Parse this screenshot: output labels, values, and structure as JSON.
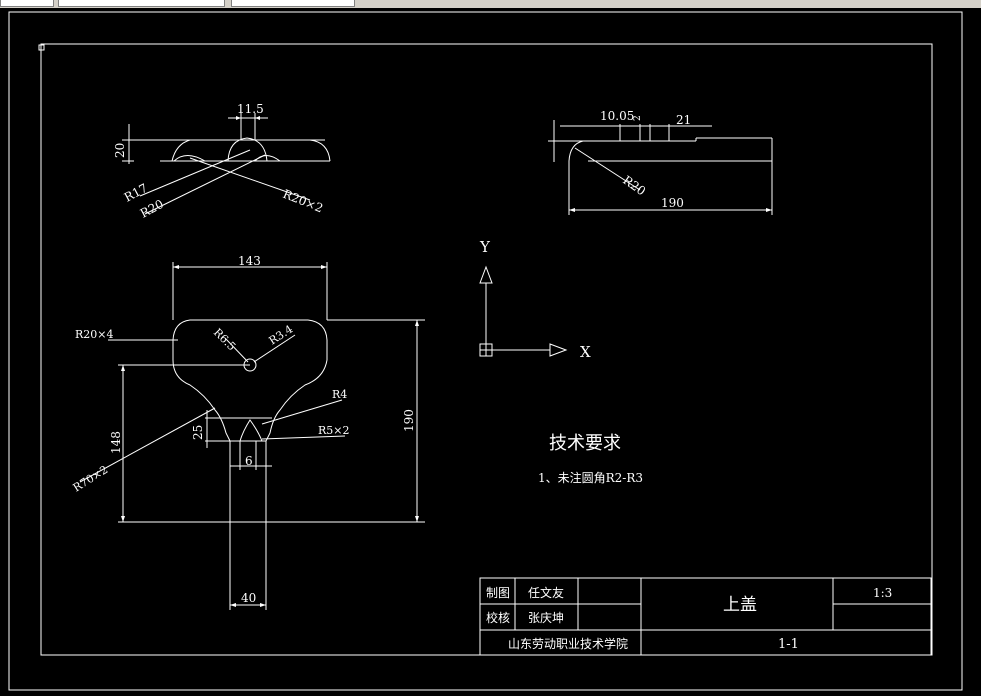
{
  "top_views": {
    "front": {
      "dim_width": "11.5",
      "dim_height": "20",
      "radius_r17": "R17",
      "radius_r20": "R20",
      "radius_r20x2": "R20×2"
    },
    "side": {
      "dim_a": "10.05",
      "dim_b": "2",
      "dim_c": "21",
      "dim_length": "190",
      "radius_r20": "R20"
    }
  },
  "plan_view": {
    "dim_top_width": "143",
    "dim_height_right": "190",
    "dim_height_left": "148",
    "dim_bottom_width": "40",
    "dim_25": "25",
    "dim_6": "6",
    "r20x4": "R20×4",
    "r6_5": "R6.5",
    "r3_4": "R3.4",
    "r4": "R4",
    "r5x2": "R5×2",
    "r70x2": "R70×2"
  },
  "ucs": {
    "y_label": "Y",
    "x_label": "X"
  },
  "tech_requirements": {
    "heading": "技术要求",
    "item1": "1、未注圆角R2-R3"
  },
  "title_block": {
    "drawn_label": "制图",
    "drawn_name": "任文友",
    "check_label": "校核",
    "check_name": "张庆坤",
    "school": "山东劳动职业技术学院",
    "part_name": "上盖",
    "scale": "1:3",
    "drawing_no": "1-1"
  }
}
